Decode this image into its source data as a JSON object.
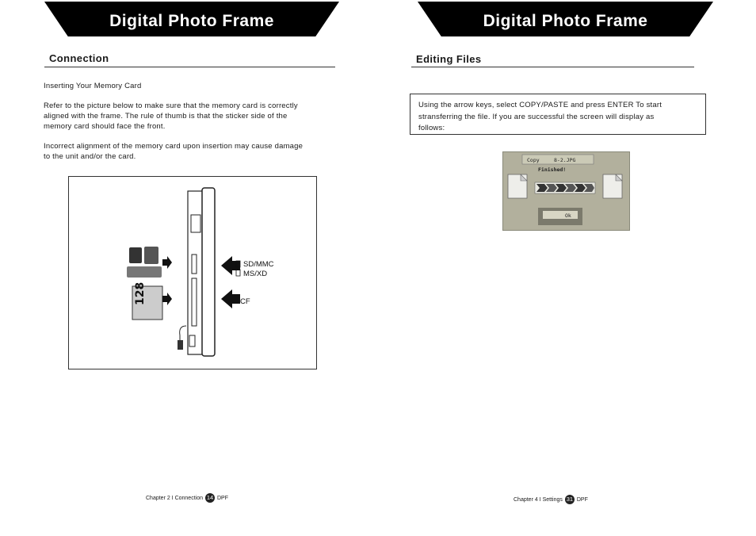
{
  "left_page": {
    "header_title": "Digital Photo Frame",
    "section_heading": "Connection",
    "paragraphs": {
      "p1": "Inserting Your Memory Card",
      "p2_line1": "Refer to the picture below to make sure that the memory card is correctly",
      "p2_line2": "aligned with the frame.  The rule of thumb is that the sticker side of the",
      "p2_line3": "memory card should face the front.",
      "p3_line1": "Incorrect alignment of the memory card upon insertion may cause damage",
      "p3_line2": "to the unit and/or the card."
    },
    "figure": {
      "label_sd": "SD/MMC",
      "label_ms": "MS/XD",
      "label_cf": "CF",
      "cf_card_text": "128"
    },
    "footer": {
      "chapter": "Chapter 2 I Connection",
      "page_number": "14",
      "suffix": "DPF"
    }
  },
  "right_page": {
    "header_title": "Digital Photo Frame",
    "section_heading": "Editing Files",
    "instruction": {
      "line1": "Using the arrow keys, select COPY/PASTE and press ENTER To start",
      "line2": "stransferring the file.  If you are successful the screen will display as",
      "line3": "follows:"
    },
    "screen": {
      "copy_label": "Copy",
      "file_name": "8-2.JPG",
      "finished_label": "Finished!",
      "ok_label": "Ok"
    },
    "footer": {
      "chapter": "Chapter 4 I Settings",
      "page_number": "31",
      "suffix": "DPF"
    }
  }
}
